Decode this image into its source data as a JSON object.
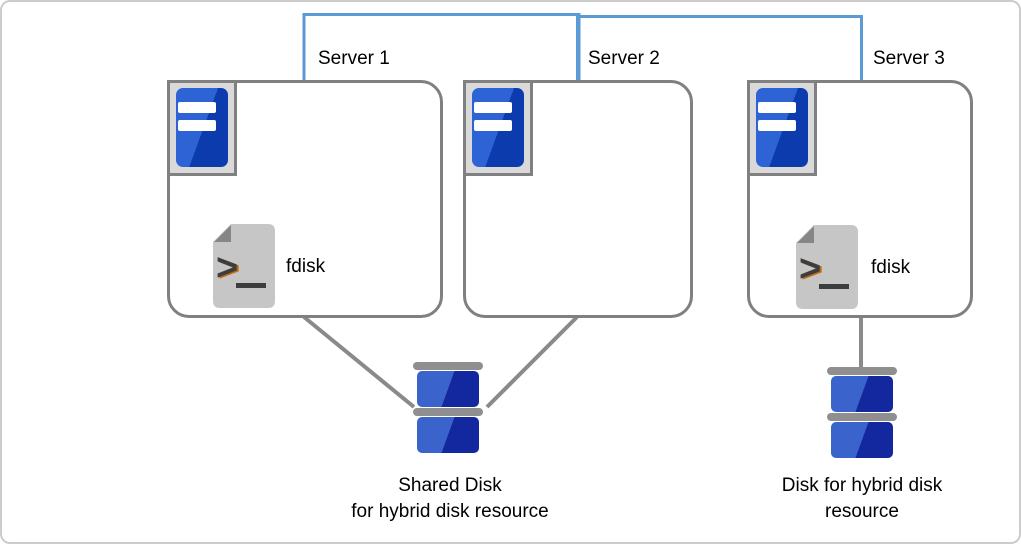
{
  "servers": [
    {
      "label": "Server 1",
      "fdisk_label": "fdisk"
    },
    {
      "label": "Server 2"
    },
    {
      "label": "Server 3",
      "fdisk_label": "fdisk"
    }
  ],
  "fdisk_icon": {
    "terminal_glyph": ">",
    "underscore_glyph": "_"
  },
  "captions": {
    "shared_disk": {
      "line1": "Shared Disk",
      "line2": "for hybrid disk resource"
    },
    "hybrid_disk": {
      "line1": "Disk for hybrid disk",
      "line2": "resource"
    }
  },
  "icons": {
    "server": "server-icon",
    "fdisk_file": "terminal-script-file-icon",
    "disk": "disk-stack-icon",
    "interconnect": "network-interconnect-line"
  },
  "colors": {
    "interconnect-blue": "#5b9bd5",
    "line-gray": "#8a8a8a",
    "box-border-gray": "#808080",
    "chip-bg": "#d9d9d9",
    "server-blue-light": "#2e63d5",
    "server-blue-dark": "#0b3bad",
    "disk-blue-light": "#3b63cc",
    "disk-blue-dark": "#13289f",
    "disk-cap-gray": "#8f8f8f",
    "doc-gray": "#c6c6c6",
    "doc-fold-gray": "#868686",
    "page-border": "#cccccc",
    "text": "#000000"
  }
}
